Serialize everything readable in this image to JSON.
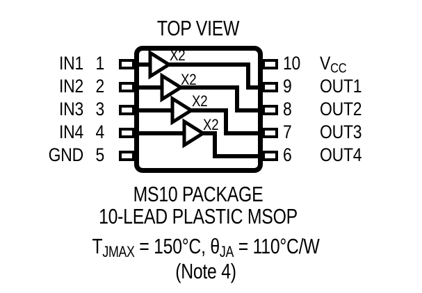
{
  "title": "TOP VIEW",
  "package": {
    "left_pins": [
      {
        "number": "1",
        "name": "IN1"
      },
      {
        "number": "2",
        "name": "IN2"
      },
      {
        "number": "3",
        "name": "IN3"
      },
      {
        "number": "4",
        "name": "IN4"
      },
      {
        "number": "5",
        "name": "GND"
      }
    ],
    "right_pins": [
      {
        "number": "10",
        "name": "VCC",
        "name_main": "V",
        "name_sub": "CC"
      },
      {
        "number": "9",
        "name": "OUT1"
      },
      {
        "number": "8",
        "name": "OUT2"
      },
      {
        "number": "7",
        "name": "OUT3"
      },
      {
        "number": "6",
        "name": "OUT4"
      }
    ],
    "channels": [
      {
        "input": "IN1",
        "output": "OUT1",
        "gain": "X2"
      },
      {
        "input": "IN2",
        "output": "OUT2",
        "gain": "X2"
      },
      {
        "input": "IN3",
        "output": "OUT3",
        "gain": "X2"
      },
      {
        "input": "IN4",
        "output": "OUT4",
        "gain": "X2"
      }
    ]
  },
  "caption": {
    "line1": "MS10 PACKAGE",
    "line2": "10-LEAD PLASTIC MSOP"
  },
  "thermal": {
    "t_symbol": "T",
    "t_subscript": "JMAX",
    "t_value": " = 150°C, ",
    "theta_symbol": "θ",
    "theta_subscript": "JA",
    "theta_value": " = 110°C/W",
    "note": "(Note 4)"
  },
  "colors": {
    "ink": "#000000",
    "background": "#ffffff"
  }
}
